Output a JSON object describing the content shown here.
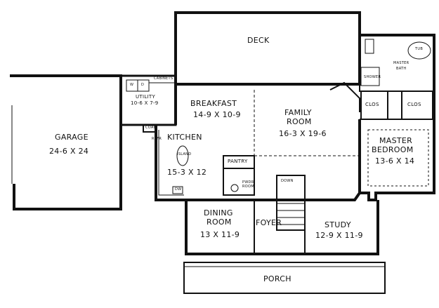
{
  "rooms": {
    "deck": "DECK",
    "garage": {
      "name": "GARAGE",
      "dims": "24-6 X 24"
    },
    "utility": {
      "name": "UTILITY",
      "dims": "10-6 X 7-9"
    },
    "cabinets": "CABINETS",
    "breakfast": {
      "name": "BREAKFAST",
      "dims": "14-9 X 10-9"
    },
    "family_room": {
      "name_line1": "FAMILY",
      "name_line2": "ROOM",
      "dims": "16-3 X 19-6"
    },
    "master_bath": {
      "line1": "MASTER",
      "line2": "BATH"
    },
    "tub": "TUB",
    "shower": "SHOWER",
    "clos_left": "CLOS",
    "clos_right": "CLOS",
    "master_bedroom": {
      "name_line1": "MASTER",
      "name_line2": "BEDROOM",
      "dims": "13-6 X 14"
    },
    "kitchen": {
      "name": "KITCHEN",
      "dims": "15-3 X 12"
    },
    "island": "ISLAND",
    "pantry": "PANTRY",
    "pwdr_room": {
      "line1": "PWDR",
      "line2": "ROOM"
    },
    "coat": "COAT",
    "refr": "REFR",
    "dw": "DW",
    "down": "DOWN",
    "dining_room": {
      "name_line1": "DINING",
      "name_line2": "ROOM",
      "dims": "13 X 11-9"
    },
    "foyer": "FOYER",
    "study": {
      "name": "STUDY",
      "dims": "12-9 X 11-9"
    },
    "porch": "PORCH",
    "washer": "W",
    "dryer": "D"
  }
}
